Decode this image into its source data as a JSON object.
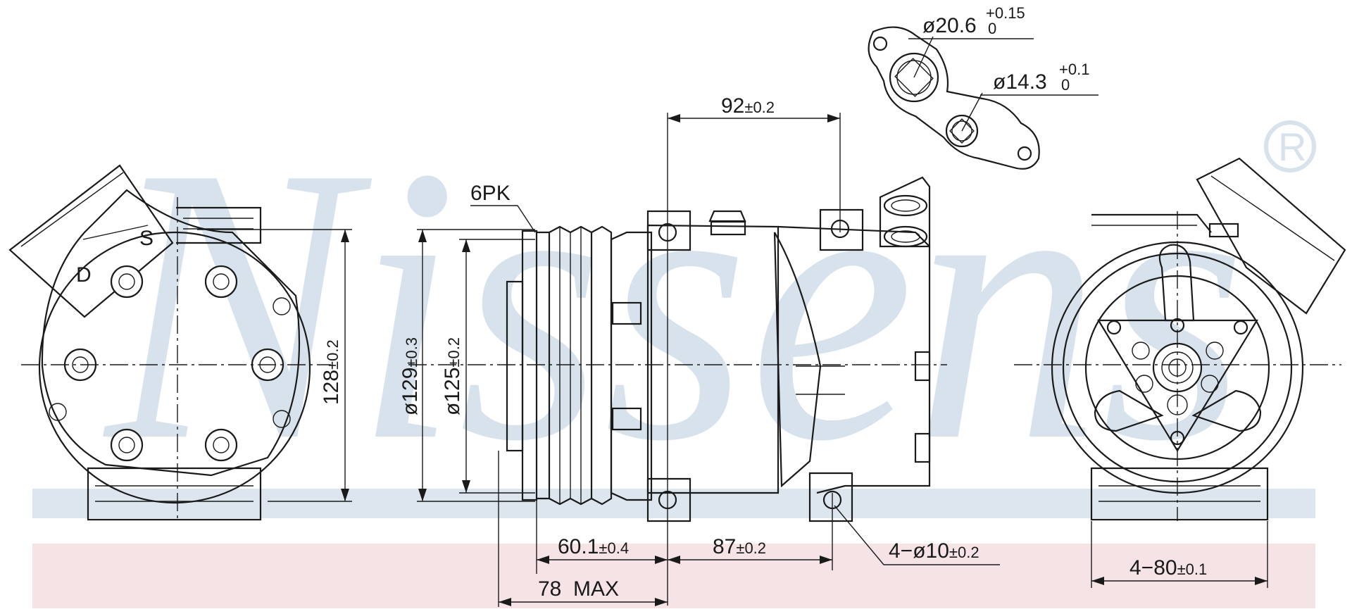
{
  "watermark": {
    "brand": "Nissens",
    "registered_mark": "®",
    "color": "#d7e2ec"
  },
  "stripes": {
    "blue": "#dde6ef",
    "pink": "#f6e3e6"
  },
  "labels": {
    "belt": "6PK",
    "mount_height": "128",
    "mount_height_tol": "±0.2",
    "pulley_outer": "ø129",
    "pulley_outer_tol": "±0.3",
    "pulley_inner": "ø125",
    "pulley_inner_tol": "±0.2",
    "top_spacing": "92",
    "top_spacing_tol": "±0.2",
    "pulley_to_mount": "60.1",
    "pulley_to_mount_tol": "±0.4",
    "bottom_spacing": "87",
    "bottom_spacing_tol": "±0.2",
    "overall_length": "78  MAX",
    "mount_holes": "4−ø10",
    "mount_holes_tol": "±0.2",
    "port_large": "ø20.6",
    "port_large_tol_upper": "+0.15",
    "port_large_tol_lower": "0",
    "port_small": "ø14.3",
    "port_small_tol_upper": "+0.1",
    "port_small_tol_lower": "0",
    "rear_mount_spacing": "4−80",
    "rear_mount_spacing_tol": "±0.1",
    "valve_d": "D",
    "valve_s": "S"
  }
}
